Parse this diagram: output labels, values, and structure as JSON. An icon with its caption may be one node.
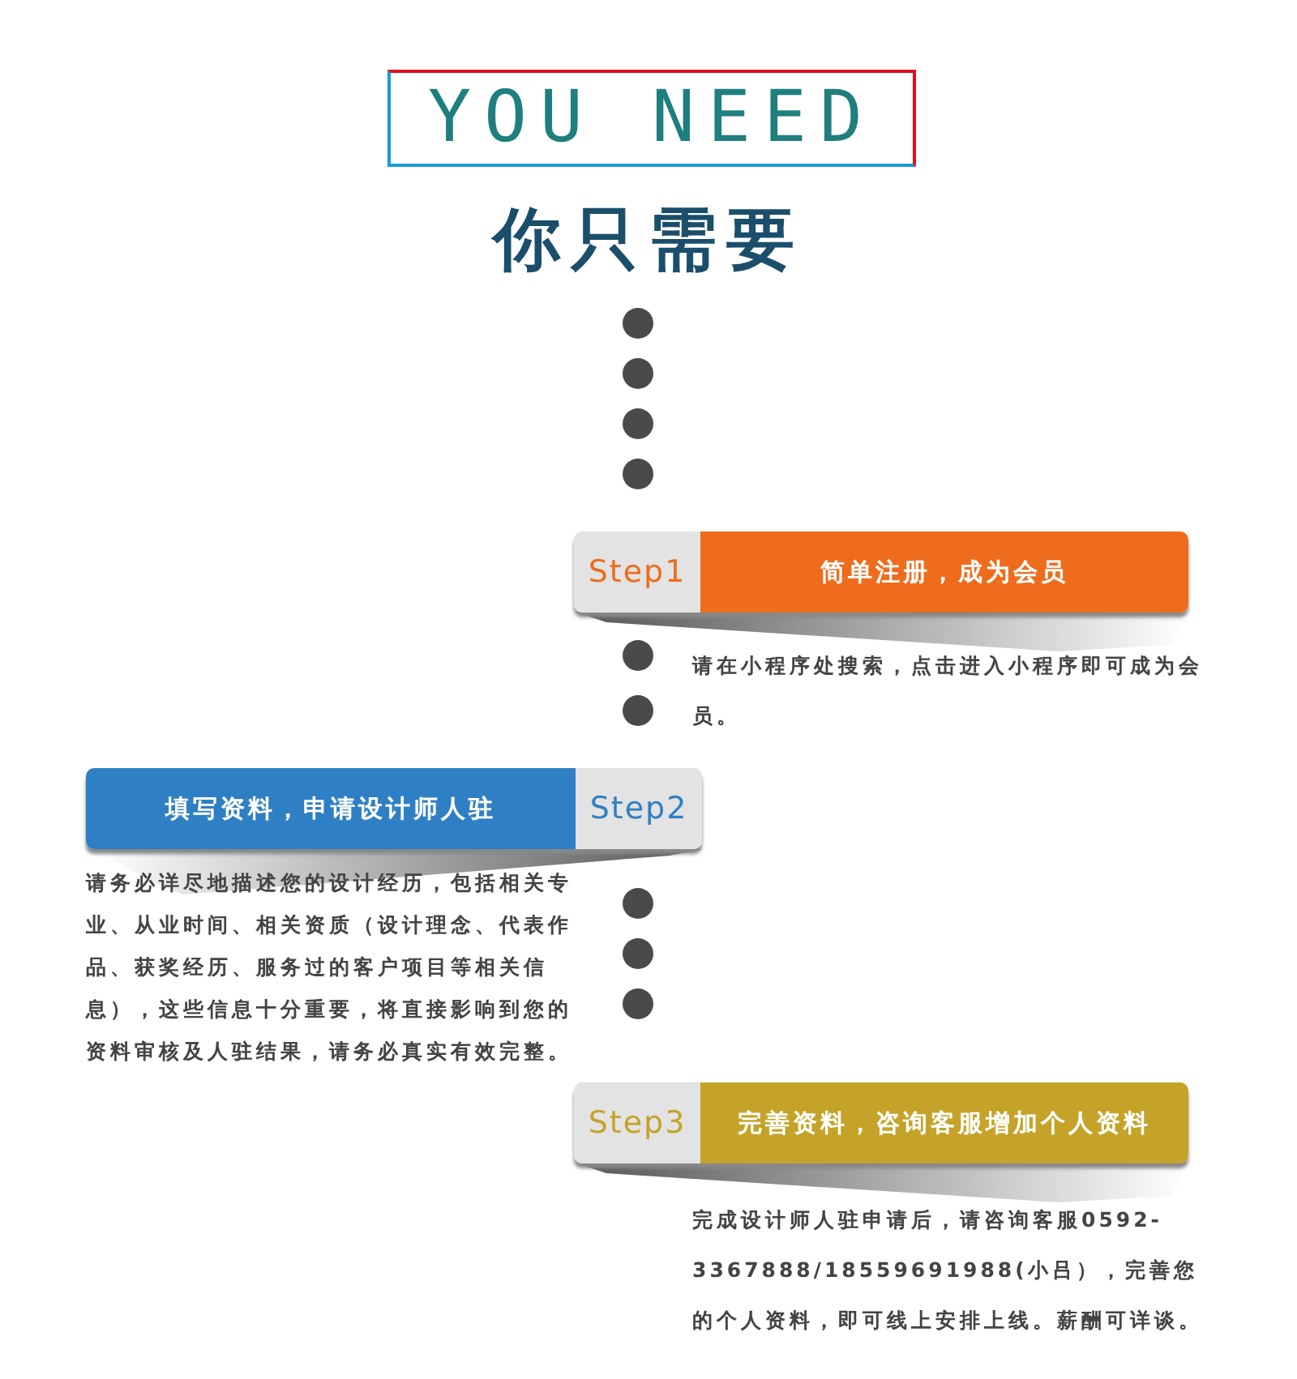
{
  "diagram": {
    "title": "YOU NEED",
    "nodes": [
      {
        "text": [
          "Step1",
          "简单注册，成为会员"
        ],
        "beside": [
          "请在小程序处搜索，点击进入小程序即可成为会员。"
        ]
      },
      {
        "text": [
          "填写资料，申请设计师人驻",
          "Step2"
        ],
        "beside": [
          "请务必详尽地描述您的设计经历，包括相关专业、从业时间、相关资质（设计理念、代表作品、获奖经历、服务过的客户项目等相关信息），这些信息十分重要，将直接影响到您的资料审核及人驻结果，请务必真实有效完整。"
        ]
      },
      {
        "text": [
          "Step3",
          "完善资料，咨询客服增加个人资料"
        ],
        "beside": [
          "完成设计师人驻申请后，请咨询客服0592-3367888/18559691988(小吕），完善您的个人资料，即可线上安排上线。薪酬可详谈。"
        ]
      }
    ],
    "edges": [],
    "labels": [
      "你只需要"
    ]
  }
}
